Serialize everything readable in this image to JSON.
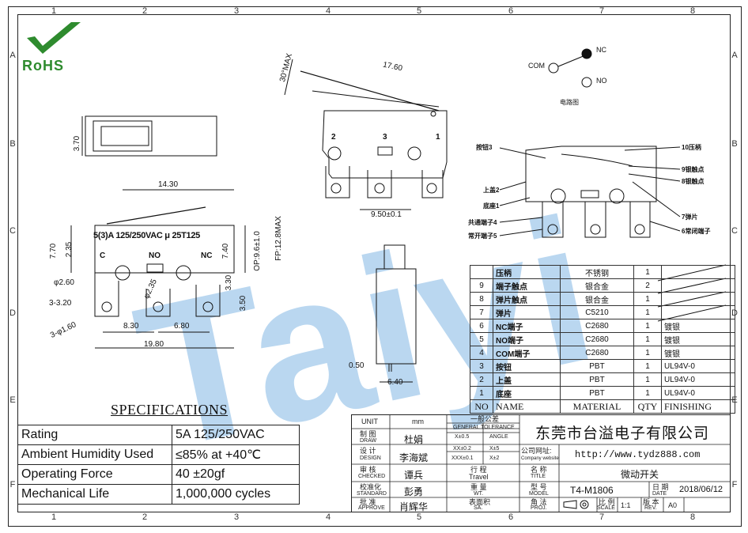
{
  "frame": {
    "col_marks": [
      "1",
      "2",
      "3",
      "4",
      "5",
      "6",
      "7",
      "8"
    ],
    "row_marks": [
      "A",
      "B",
      "C",
      "D",
      "E",
      "F"
    ]
  },
  "logo": {
    "text": "RoHS"
  },
  "top_view": {
    "dims": {
      "angle": "30°MAX",
      "lever_len": "17.60",
      "width_left": "3.70"
    },
    "terminal_labels": [
      "2",
      "3",
      "1"
    ],
    "bottom_dim": "9.50±0.1"
  },
  "front_view": {
    "dims": {
      "length": "14.30",
      "h_left": "7.70",
      "h_small": "2.35",
      "h_op": "OP:9.6±1.0",
      "h_fp": "FP:12.8MAX",
      "h_right": "7.40",
      "d_3_30": "3.30",
      "d_3_50": "3.50",
      "hole": "φ2.60",
      "hole2": "φ2.35",
      "d_3_20": "3-3.20",
      "d_1_60": "3-φ1.60",
      "p1": "8.30",
      "p2": "6.80",
      "total": "19.80"
    },
    "marking": "5(3)A 125/250VAC μ 25T125",
    "pin_labels": [
      "C",
      "NO",
      "NC"
    ]
  },
  "side_view": {
    "dims": {
      "w": "6.40",
      "t": "0.50"
    }
  },
  "schematic": {
    "com": "COM",
    "nc": "NC",
    "no": "NO",
    "caption": "电路图"
  },
  "exploded": {
    "callouts_left": [
      "按钮3",
      "上盖2",
      "底座1",
      "共通端子4",
      "常开端子5"
    ],
    "callouts_right": [
      "10压柄",
      "9银触点",
      "8银触点",
      "7弹片",
      "6常闭端子"
    ]
  },
  "specs": {
    "title": "SPECIFICATIONS",
    "rows": [
      {
        "label": "Rating",
        "value": "5A  125/250VAC"
      },
      {
        "label": "Ambient Humidity Used",
        "value": "≤85% at +40℃"
      },
      {
        "label": "Operating Force",
        "value": "40 ±20gf"
      },
      {
        "label": "Mechanical Life",
        "value": "1,000,000 cycles"
      }
    ]
  },
  "parts": {
    "header": {
      "no": "NO",
      "name": "NAME",
      "material": "MATERIAL",
      "qty": "QTY",
      "finishing": "FINISHING"
    },
    "rows": [
      {
        "no": "",
        "name": "压柄",
        "material": "不锈钢",
        "qty": "1",
        "finishing": ""
      },
      {
        "no": "9",
        "name": "端子触点",
        "material": "银合金",
        "qty": "2",
        "finishing": ""
      },
      {
        "no": "8",
        "name": "弹片触点",
        "material": "银合金",
        "qty": "1",
        "finishing": ""
      },
      {
        "no": "7",
        "name": "弹片",
        "material": "C5210",
        "qty": "1",
        "finishing": ""
      },
      {
        "no": "6",
        "name": "NC端子",
        "material": "C2680",
        "qty": "1",
        "finishing": "镀银"
      },
      {
        "no": "5",
        "name": "NO端子",
        "material": "C2680",
        "qty": "1",
        "finishing": "镀银"
      },
      {
        "no": "4",
        "name": "COM端子",
        "material": "C2680",
        "qty": "1",
        "finishing": "镀银"
      },
      {
        "no": "3",
        "name": "按钮",
        "material": "PBT",
        "qty": "1",
        "finishing": "UL94V-0"
      },
      {
        "no": "2",
        "name": "上盖",
        "material": "PBT",
        "qty": "1",
        "finishing": "UL94V-0"
      },
      {
        "no": "1",
        "name": "底座",
        "material": "PBT",
        "qty": "1",
        "finishing": "UL94V-0"
      }
    ]
  },
  "title_block": {
    "unit": "UNIT",
    "unit_val": "mm",
    "general": "一般公差",
    "general_en": "GENERAL TOLERANCE",
    "tol": [
      "X±0.5",
      "ANGLE",
      "XX±0.2",
      "X±5",
      "XXX±0.1",
      "X±2"
    ],
    "draw_cn": "制 图",
    "draw_en": "DRAW",
    "draw_name": "杜娟",
    "design_cn": "设 计",
    "design_en": "DESIGN",
    "design_name": "李海斌",
    "check_cn": "审 核",
    "check_en": "CHECKED",
    "check_name": "谭兵",
    "std_cn": "校准化",
    "std_en": "STANDARD",
    "std_name": "彭勇",
    "appr_cn": "批 准",
    "appr_en": "APPROVE",
    "appr_name": "肖辉华",
    "company": "东莞市台溢电子有限公司",
    "website_label": "公司网址:",
    "website_label_en": "Company website",
    "website": "http://www.tydz888.com",
    "travel_cn": "行 程",
    "travel_en": "Travel",
    "weight_cn": "重 量",
    "weight_en": "WT.",
    "surface_cn": "表面积",
    "surface_en": "SA.",
    "name_cn": "名 称",
    "name_en": "TITLE",
    "name_val": "微动开关",
    "model_cn": "型 号",
    "model_en": "MODEL",
    "model_val": "T4-M1806",
    "date_cn": "日 期",
    "date_en": "DATE",
    "date_val": "2018/06/12",
    "proj_cn": "角 法",
    "proj_en": "PROJ.",
    "scale_cn": "比 例",
    "scale_en": "SCALE",
    "scale_val": "1:1",
    "rev_cn": "版 本",
    "rev_en": "REV.",
    "rev_val": "A0"
  }
}
